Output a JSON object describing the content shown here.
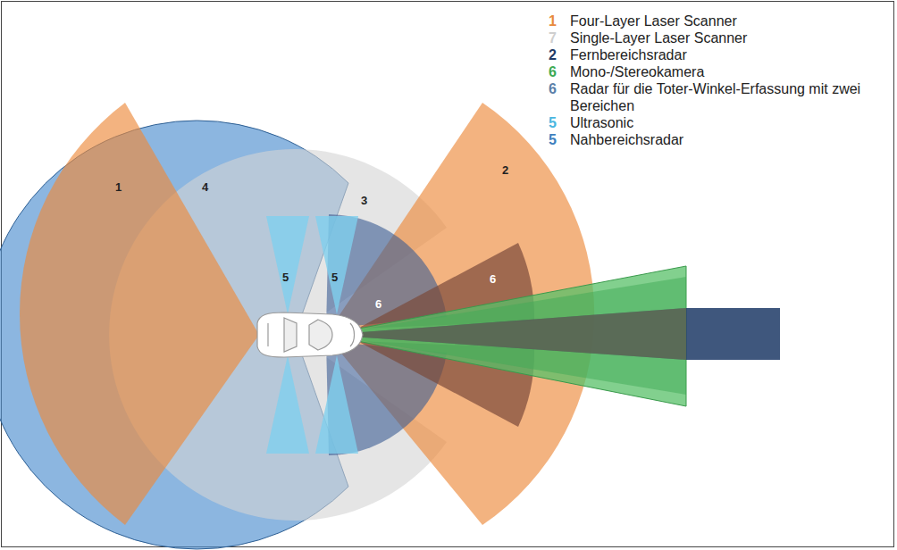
{
  "diagram": {
    "labels": [
      "1",
      "7",
      "2",
      "6",
      "6",
      "5",
      "5",
      "1",
      "4",
      "3",
      "5",
      "5",
      "6",
      "6",
      "2"
    ],
    "legend": [
      {
        "text": "Four-Layer Laser Scanner",
        "color": "#e8893c"
      },
      {
        "text": "Single-Layer Laser Scanner",
        "color": "#cfcfcf"
      },
      {
        "text": "Fernbereichsradar",
        "color": "#1f3a66"
      },
      {
        "text": "Mono-/Stereokamera",
        "color": "#3caa54"
      },
      {
        "text": "Radar für die Toter-Winkel-Erfassung mit zwei Bereichen",
        "color": "#5a7fa9"
      },
      {
        "text": "Ultrasonic",
        "color": "#49b6df"
      },
      {
        "text": "Nahbereichsradar",
        "color": "#3d7fbe"
      }
    ]
  }
}
